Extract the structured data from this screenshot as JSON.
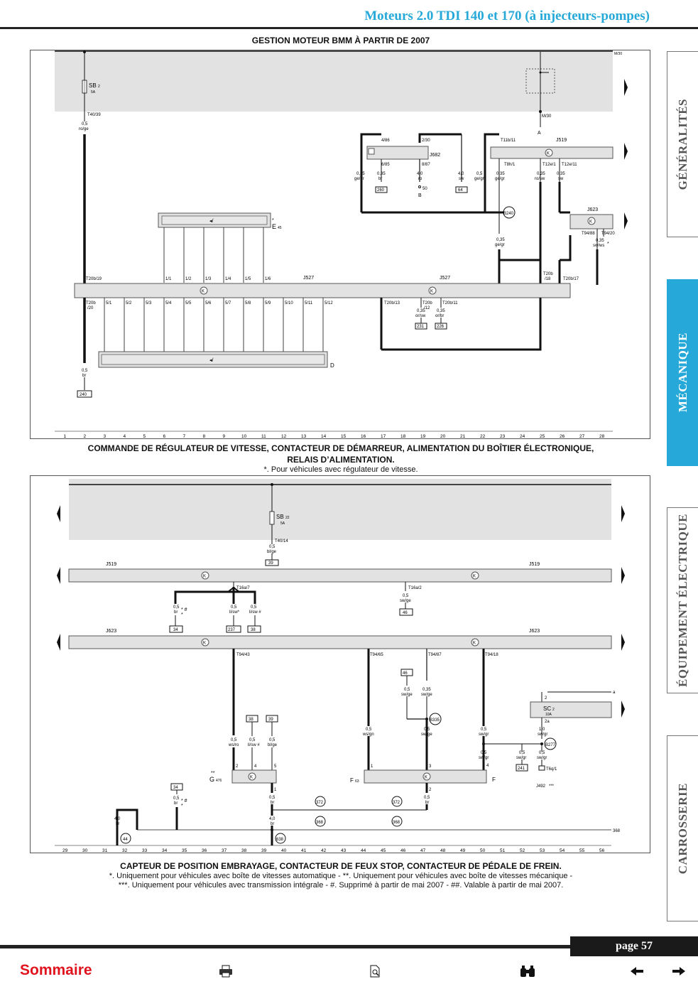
{
  "header": {
    "title": "Moteurs 2.0 TDI 140 et 170 (à injecteurs-pompes)"
  },
  "section1": {
    "title": "GESTION MOTEUR BMM À PARTIR DE 2007",
    "caption_title_line1": "COMMANDE DE RÉGULATEUR DE VITESSE, CONTACTEUR DE DÉMARREUR, ALIMENTATION DU BOÎTIER ÉLECTRONIQUE,",
    "caption_title_line2": "RELAIS D’ALIMENTATION.",
    "caption_note": "*. Pour véhicules avec régulateur de vitesse."
  },
  "section2": {
    "caption_title": "CAPTEUR DE POSITION EMBRAYAGE, CONTACTEUR DE FEUX STOP, CONTACTEUR DE PÉDALE DE FREIN.",
    "caption_note_line1": "*. Uniquement pour véhicules avec boîte de vitesses automatique - **. Uniquement pour véhicules avec boîte de vitesses mécanique -",
    "caption_note_line2": "***. Uniquement pour véhicules avec transmission intégrale - #. Supprimé à partir de mai 2007 - ##. Valable à partir de mai 2007."
  },
  "tabs": [
    {
      "label": "GÉNÉRALITÉS",
      "active": false
    },
    {
      "label": "MÉCANIQUE",
      "active": true
    },
    {
      "label": "ÉQUIPEMENT ÉLECTRIQUE",
      "active": false
    },
    {
      "label": "CARROSSERIE",
      "active": false
    }
  ],
  "footer": {
    "page": "page 57",
    "sommaire": "Sommaire"
  },
  "icons": {
    "print": "printer-icon",
    "doc": "document-icon",
    "find": "binoculars-icon",
    "prev": "arrow-left-icon",
    "next": "arrow-right-icon"
  },
  "colors": {
    "accent": "#26a8d8",
    "sommaire": "#e0141e",
    "panel": "#e2e2e2"
  },
  "diagram1": {
    "labels": {
      "m30_top": "M/30",
      "sb2": "SB",
      "sb2_num": "2",
      "sb2_amp": "5A",
      "t40_39": "T40/39",
      "w1": "0,5",
      "w1c": "ro/ge",
      "m30": "M/30",
      "a": "A",
      "j682": "J682",
      "p486": "4/86",
      "p230": "2/30",
      "p685": "6/85",
      "p887": "8/87",
      "w035a": "0,35",
      "w035ac": "ge/gr",
      "w035b": "0,35",
      "w035bc": "br",
      "w40a": "4,0",
      "w40ac": "ro",
      "w40b": "4,0",
      "w40bc": "sw",
      "n260": "260",
      "n50": "50",
      "b": "B",
      "n64": "64",
      "t11b11": "T11b/11",
      "j519": "J519",
      "t8h1": "T8h/1",
      "t12e1": "T12e/1",
      "t12e11": "T12e/11",
      "w05c": "0,5",
      "w05cc": "ge/gr",
      "w035c": "0,35",
      "w035cc": "ge/gr",
      "w035d": "0,35",
      "w035dc": "ro/sw",
      "w035e": "0,35",
      "w035ec": "sw",
      "b240": "B240",
      "j623": "J623",
      "t9488": "T94/88",
      "t9420": "T94/20",
      "w035f": "0,35",
      "w035fc": "sw/ws",
      "star": "*",
      "w035g": "0,35",
      "w035gc": "ge/gr",
      "e45": "E",
      "e45n": "45",
      "e45star": "*",
      "t20b19": "T20b/19",
      "p11": "1/1",
      "p12": "1/2",
      "p13": "1/3",
      "p14": "1/4",
      "p15": "1/5",
      "p16": "1/6",
      "j527a": "J527",
      "j527b": "J527",
      "t20b18": "T20b",
      "t20b18b": "/18",
      "t20b17": "T20b/17",
      "t20b20": "T20b",
      "t20b20b": "/20",
      "p51": "5/1",
      "p52": "5/2",
      "p53": "5/3",
      "p54": "5/4",
      "p55": "5/5",
      "p56": "5/6",
      "p57": "5/7",
      "p58": "5/8",
      "p59": "5/9",
      "p510": "5/10",
      "p511": "5/11",
      "p512": "5/12",
      "t20b13": "T20b/13",
      "t20b12": "T20b",
      "t20b12b": "/12",
      "t20b11": "T20b/11",
      "w035h": "0,35",
      "w035hc": "or/sw",
      "w035i": "0,35",
      "w035ic": "or/br",
      "n231": "231",
      "n226": "226",
      "d": "D",
      "w05d": "0,5",
      "w05dc": "br",
      "n240": "240"
    },
    "ruler": [
      "1",
      "2",
      "3",
      "4",
      "5",
      "6",
      "7",
      "8",
      "9",
      "10",
      "11",
      "12",
      "13",
      "14",
      "15",
      "16",
      "17",
      "18",
      "19",
      "20",
      "21",
      "22",
      "23",
      "24",
      "25",
      "26",
      "27",
      "28"
    ]
  },
  "diagram2": {
    "labels": {
      "sb22": "SB",
      "sb22n": "22",
      "sb22a": "5A",
      "t4014": "T40/14",
      "w05a": "0,5",
      "w05ac": "bl/ge",
      "n39a": "39",
      "j519a": "J519",
      "j519b": "J519",
      "t16a7": "T16a/7",
      "t16a2": "T16a/2",
      "w05b": "0,5",
      "w05bc": "br",
      "w05bs": "* #",
      "w05bs2": "*",
      "w05c": "0,5",
      "w05cc": "li/sw*",
      "w05d": "0,5",
      "w05dc": "li/sw #",
      "w05e": "0,5",
      "w05ec": "sw/ge",
      "n34a": "34",
      "n237": "237",
      "n38a": "38",
      "n46a": "46",
      "j623a": "J623",
      "j623b": "J623",
      "t9443": "T94/43",
      "t9465": "T94/65",
      "t9487": "T94/87",
      "t9418": "T94/18",
      "n46b": "46",
      "w05f": "0,5",
      "w05fc": "sw/ge",
      "w035f": "0,35",
      "w035fc": "sw/ge",
      "b335": "B335",
      "n38b": "38",
      "n39b": "39",
      "w05g": "0,5",
      "w05gc": "ws/ro",
      "w05h": "0,5",
      "w05hc": "li/sw #",
      "w05i": "0,5",
      "w05ic": "bl/ge",
      "w05j": "0,5",
      "w05jc": "ws/gn",
      "w05k": "0,5",
      "w05kc": "sw/ge",
      "w05l": "0,5",
      "w05lc": "sw/gr",
      "p2a": "2",
      "p4a": "4",
      "p5a": "5",
      "g476": "G",
      "g476n": "476",
      "g476s": "**",
      "p1a": "1",
      "p3a": "3",
      "f63": "F",
      "f63n": "63",
      "f": "F",
      "p1b": "1",
      "p2b": "2",
      "n34b": "34",
      "w05m": "0,5",
      "w05mc": "br",
      "w05ms": "* #",
      "w05ms2": "*",
      "w05n": "0,5",
      "w05nc": "br",
      "w05o": "0,5",
      "w05oc": "br",
      "n372a": "372",
      "n372b": "372",
      "w40a": "4,0",
      "w40ac": "br",
      "w40b": "4,0",
      "w40bc": "br",
      "n368a": "368",
      "n368b": "368",
      "n368c": "368",
      "n44": "44",
      "n638": "638",
      "sc2_2": "2",
      "sc2_a": "a",
      "sc2": "SC",
      "sc2n": "2",
      "sc2amp": "10A",
      "sc2_2a": "2a",
      "w10": "1,0",
      "w10c": "sw/gr",
      "b277": "B277",
      "w05p": "0,5",
      "w05pc": "sw/gr",
      "w05q": "0,5",
      "w05qc": "sw/gr",
      "w05r": "0,5",
      "w05rc": "sw/gr",
      "p4b": "4",
      "n241": "241",
      "t6q1": "T6q/1",
      "j492": "J492",
      "j492s": "***"
    },
    "ruler": [
      "29",
      "30",
      "31",
      "32",
      "33",
      "34",
      "35",
      "36",
      "37",
      "38",
      "39",
      "40",
      "41",
      "42",
      "43",
      "44",
      "45",
      "46",
      "47",
      "48",
      "49",
      "50",
      "51",
      "52",
      "53",
      "54",
      "55",
      "56"
    ]
  }
}
